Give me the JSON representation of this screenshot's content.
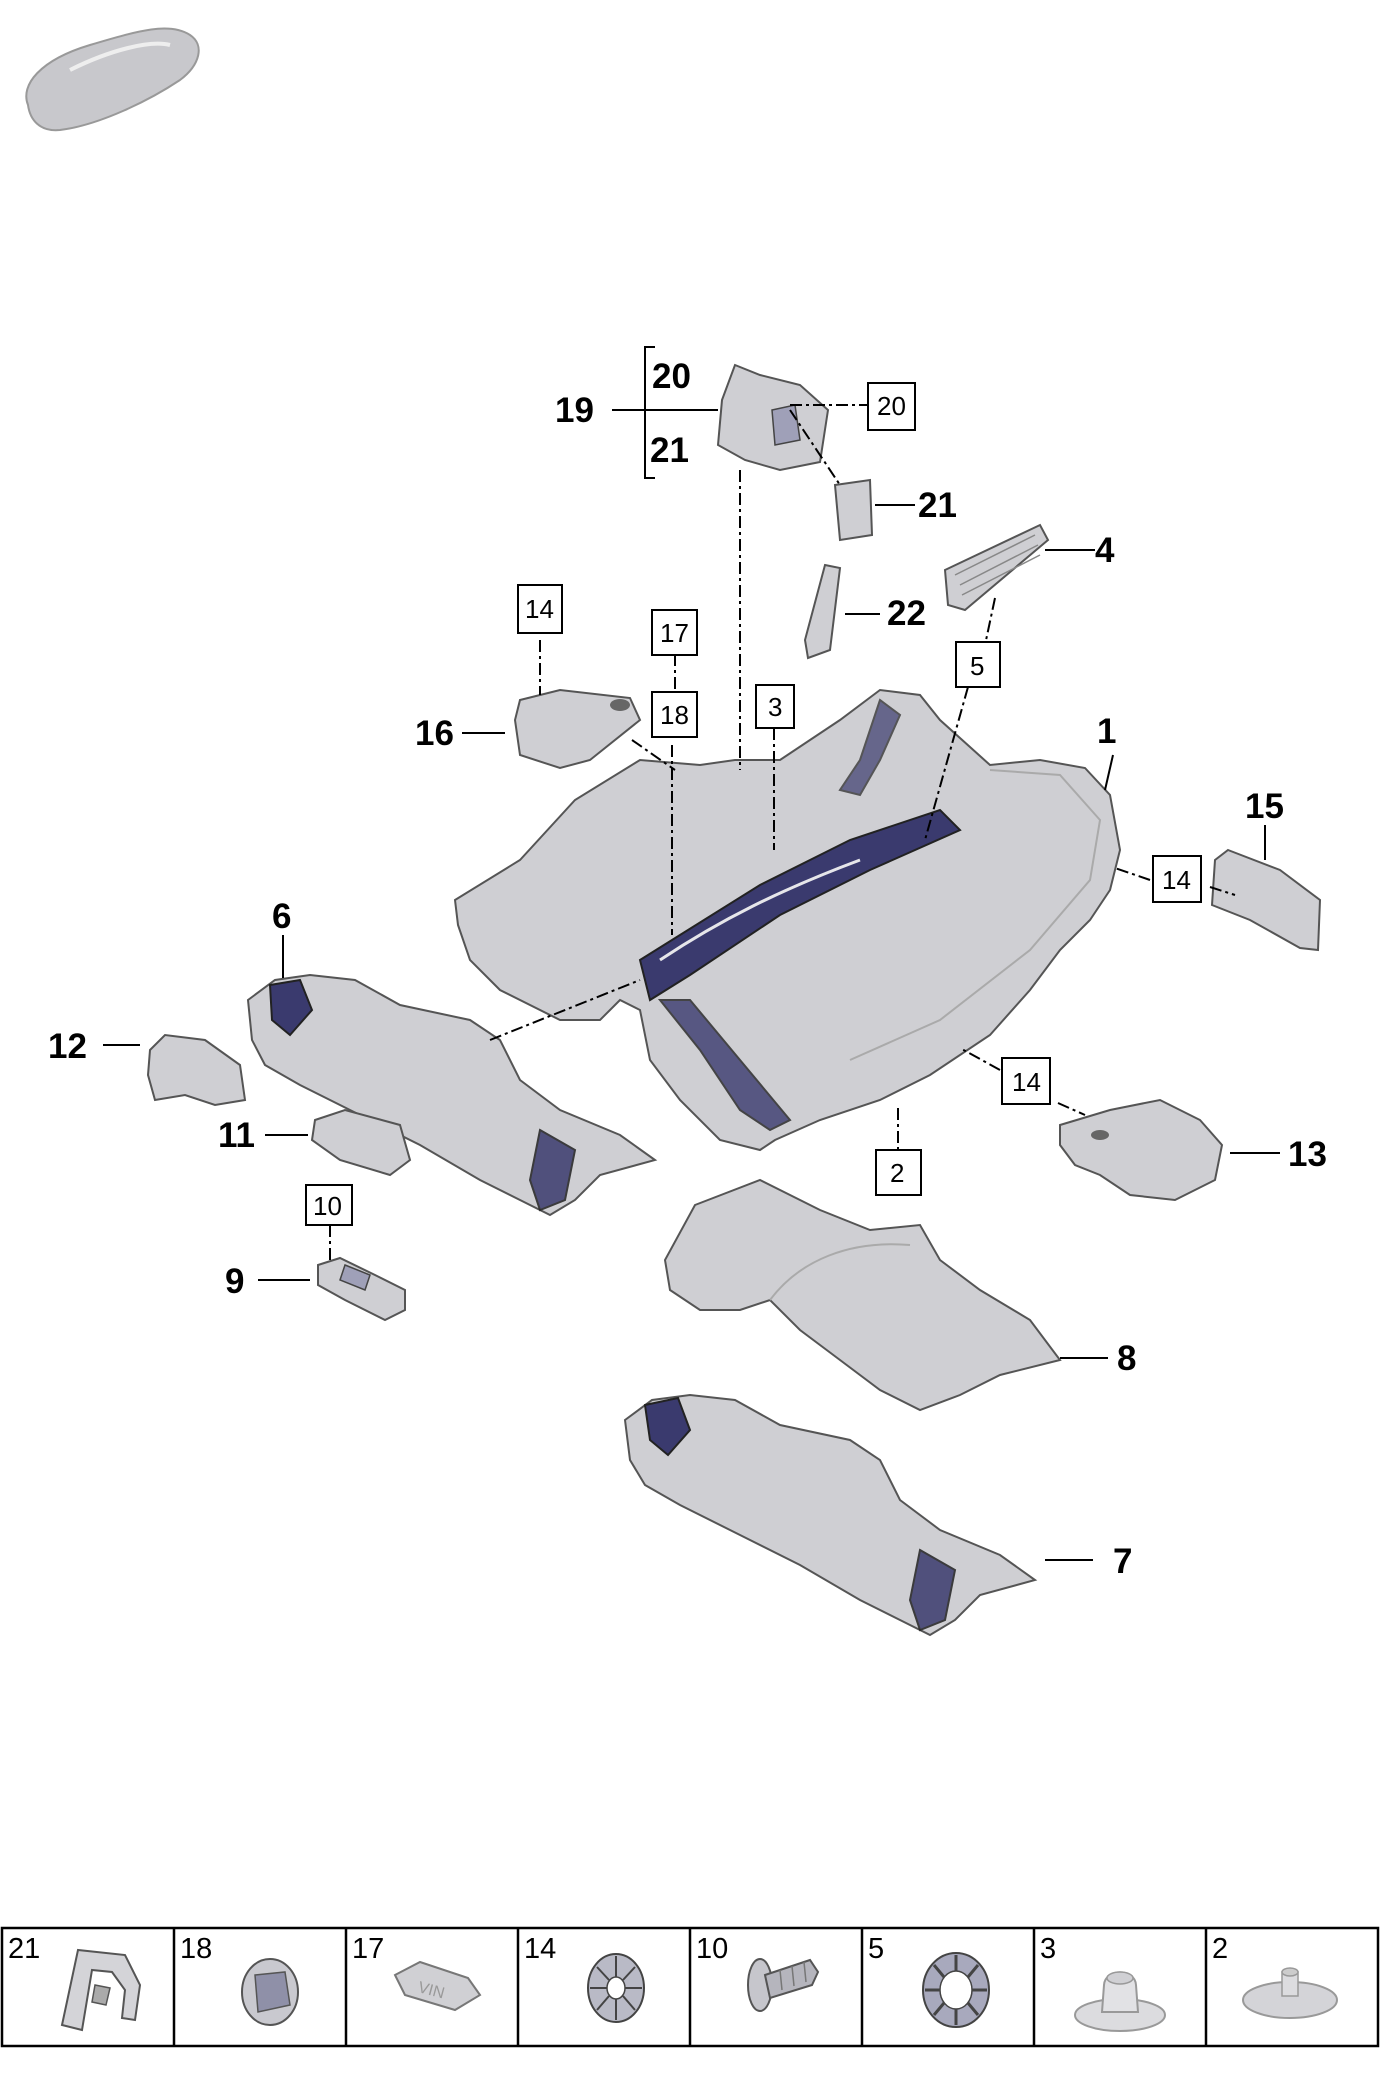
{
  "callouts": {
    "c1": "1",
    "c4": "4",
    "c6": "6",
    "c7": "7",
    "c8": "8",
    "c9": "9",
    "c11": "11",
    "c12": "12",
    "c13": "13",
    "c15": "15",
    "c16": "16",
    "c19": "19",
    "c20": "20",
    "c21a": "21",
    "c21b": "21",
    "c22": "22"
  },
  "boxes": {
    "b14a": "14",
    "b17": "17",
    "b18": "18",
    "b3": "3",
    "b5": "5",
    "b20": "20",
    "b14b": "14",
    "b14c": "14",
    "b2": "2",
    "b10": "10"
  },
  "legend": {
    "cells": [
      {
        "num": "21",
        "icon": "clip-icon"
      },
      {
        "num": "18",
        "icon": "grommet-icon"
      },
      {
        "num": "17",
        "icon": "vin-cover-icon"
      },
      {
        "num": "14",
        "icon": "spring-nut-icon"
      },
      {
        "num": "10",
        "icon": "expansion-rivet-icon"
      },
      {
        "num": "5",
        "icon": "retainer-icon"
      },
      {
        "num": "3",
        "icon": "mushroom-clip-icon"
      },
      {
        "num": "2",
        "icon": "flat-fastener-icon"
      }
    ]
  },
  "colors": {
    "part": "#cfcfd3",
    "shadow": "#3a3a6e",
    "line": "#000000"
  }
}
